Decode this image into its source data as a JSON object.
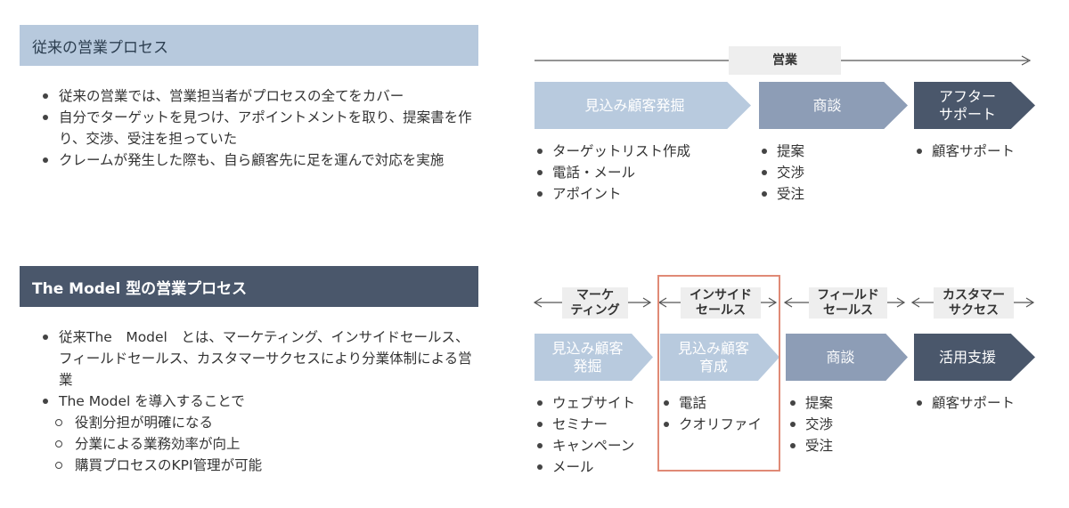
{
  "top": {
    "header": "従来の営業プロセス",
    "bullets": [
      "従来の営業では、営業担当者がプロセスの全てをカバー",
      "自分でターゲットを見つけ、アポイントメントを取り、提案書を作り、交渉、受注を担っていた",
      "クレームが発生した際も、自ら顧客先に足を運んで対応を実施"
    ],
    "range_label": "営業",
    "stages": [
      {
        "label": "見込み顧客発掘",
        "items": [
          "ターゲットリスト作成",
          "電話・メール",
          "アポイント"
        ]
      },
      {
        "label": "商談",
        "items": [
          "提案",
          "交渉",
          "受注"
        ]
      },
      {
        "label": "アフター\nサポート",
        "items": [
          "顧客サポート"
        ]
      }
    ]
  },
  "bottom": {
    "header": "The Model 型の営業プロセス",
    "bullets": [
      "従来The　Model　とは、マーケティング、インサイドセールス、フィールドセールス、カスタマーサクセスにより分業体制による営業",
      "The Model を導入することで"
    ],
    "sub_bullets": [
      "役割分担が明確になる",
      "分業による業務効率が向上",
      "購買プロセスのKPI管理が可能"
    ],
    "roles": [
      "マーケ\nティング",
      "インサイド\nセールス",
      "フィールド\nセールス",
      "カスタマー\nサクセス"
    ],
    "stages": [
      {
        "label": "見込み顧客\n発掘",
        "items": [
          "ウェブサイト",
          "セミナー",
          "キャンペーン",
          "メール"
        ]
      },
      {
        "label": "見込み顧客\n育成",
        "items": [
          "電話",
          "クオリファイ"
        ]
      },
      {
        "label": "商談",
        "items": [
          "提案",
          "交渉",
          "受注"
        ]
      },
      {
        "label": "活用支援",
        "items": [
          "顧客サポート"
        ]
      }
    ]
  },
  "colors": {
    "light": "#b8cade",
    "mid": "#8d9db6",
    "dark": "#4a576b",
    "highlight": "#e08a76"
  }
}
